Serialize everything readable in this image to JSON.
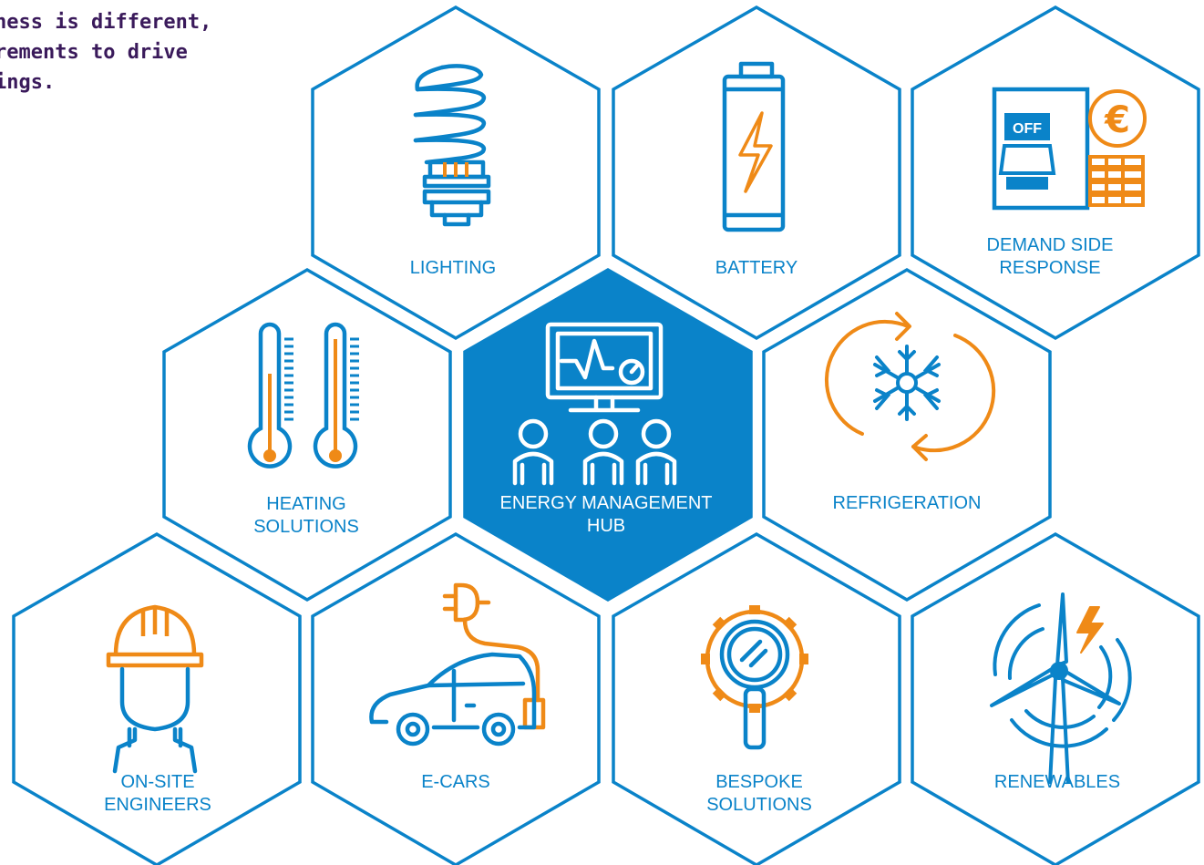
{
  "intro": {
    "lines": [
      "ness is different,",
      "rements to drive",
      "ings."
    ]
  },
  "colors": {
    "blue": "#0a83c9",
    "orange": "#ef8a17",
    "text_purple": "#3a1a5b",
    "white": "#ffffff"
  },
  "hexes": {
    "lighting": {
      "lines": [
        "LIGHTING"
      ],
      "icon": "light-bulb-icon"
    },
    "battery": {
      "lines": [
        "BATTERY"
      ],
      "icon": "battery-icon"
    },
    "demand": {
      "lines": [
        "DEMAND SIDE",
        "RESPONSE"
      ],
      "icon": "off-switch-coins-icon",
      "switch_text": "OFF",
      "currency": "€"
    },
    "heating": {
      "lines": [
        "HEATING",
        "SOLUTIONS"
      ],
      "icon": "thermometer-icon"
    },
    "hub": {
      "lines": [
        "ENERGY MANAGEMENT",
        "HUB"
      ],
      "icon": "monitor-team-icon"
    },
    "refrigeration": {
      "lines": [
        "REFRIGERATION"
      ],
      "icon": "snowflake-cycle-icon"
    },
    "engineers": {
      "lines": [
        "ON-SITE",
        "ENGINEERS"
      ],
      "icon": "engineer-helmet-icon"
    },
    "ecars": {
      "lines": [
        "E-CARS"
      ],
      "icon": "electric-car-icon"
    },
    "bespoke": {
      "lines": [
        "BESPOKE",
        "SOLUTIONS"
      ],
      "icon": "gear-magnifier-icon"
    },
    "renewables": {
      "lines": [
        "RENEWABLES"
      ],
      "icon": "wind-turbine-icon"
    }
  }
}
